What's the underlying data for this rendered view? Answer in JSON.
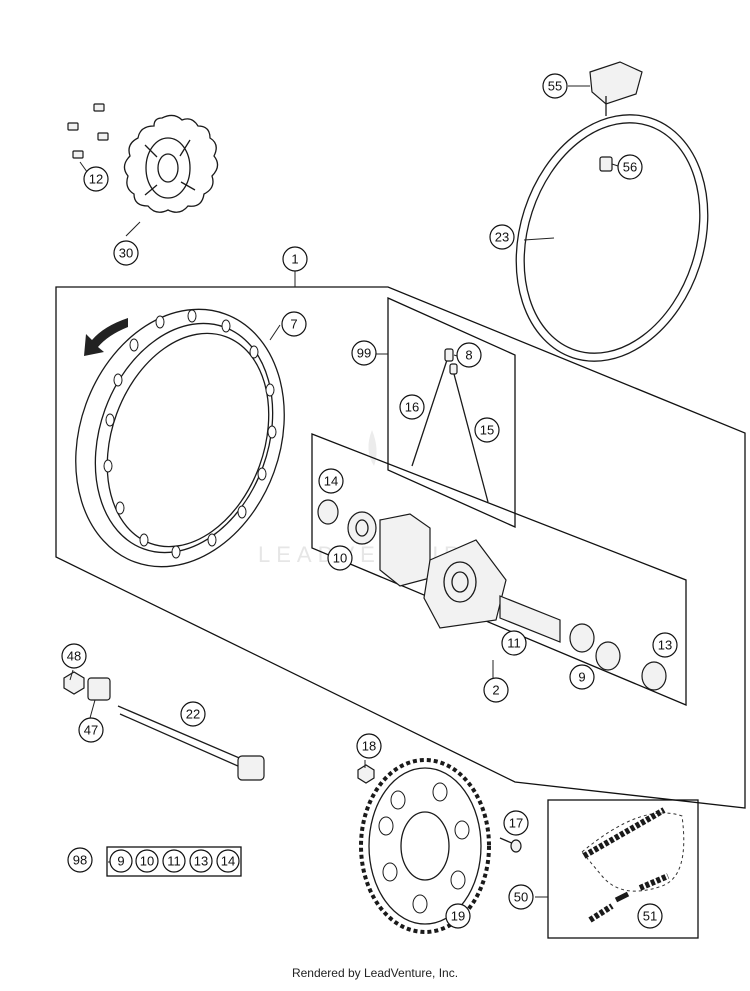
{
  "diagram": {
    "watermark": "LEADVENTURE",
    "callouts": {
      "c1": "1",
      "c2": "2",
      "c7": "7",
      "c8": "8",
      "c9": "9",
      "c10": "10",
      "c11": "11",
      "c12": "12",
      "c13": "13",
      "c14": "14",
      "c15": "15",
      "c16": "16",
      "c17": "17",
      "c18": "18",
      "c19": "19",
      "c22": "22",
      "c23": "23",
      "c30": "30",
      "c47": "47",
      "c48": "48",
      "c50": "50",
      "c51": "51",
      "c55": "55",
      "c56": "56",
      "c98": "98",
      "c99": "99"
    },
    "kit_98_items": [
      "9",
      "10",
      "11",
      "13",
      "14"
    ]
  },
  "footer": {
    "credit": "Rendered by LeadVenture, Inc."
  }
}
